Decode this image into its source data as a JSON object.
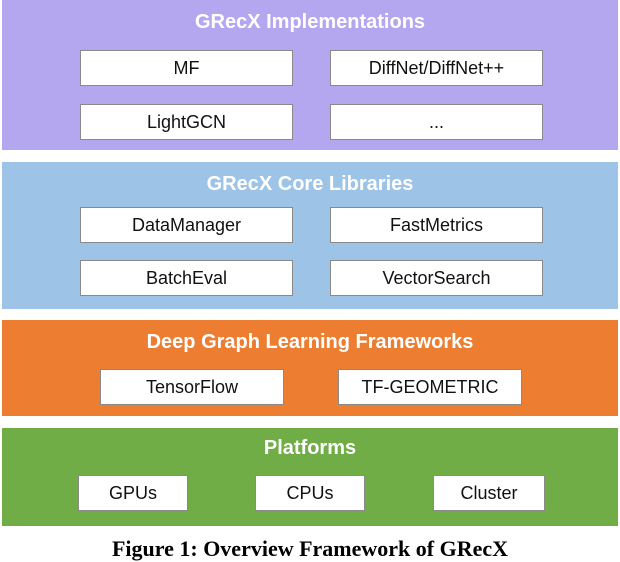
{
  "layers": {
    "implementations": {
      "title": "GRecX Implementations",
      "items": [
        "MF",
        "DiffNet/DiffNet++",
        "LightGCN",
        "..."
      ]
    },
    "core": {
      "title": "GRecX Core Libraries",
      "items": [
        "DataManager",
        "FastMetrics",
        "BatchEval",
        "VectorSearch"
      ]
    },
    "frameworks": {
      "title": "Deep Graph Learning Frameworks",
      "items": [
        "TensorFlow",
        "TF-GEOMETRIC"
      ]
    },
    "platforms": {
      "title": "Platforms",
      "items": [
        "GPUs",
        "CPUs",
        "Cluster"
      ]
    }
  },
  "caption": "Figure 1: Overview Framework of GRecX",
  "colors": {
    "implementations": "#b4a7f0",
    "core": "#9dc3e6",
    "frameworks": "#ed7d31",
    "platforms": "#70ad47"
  }
}
